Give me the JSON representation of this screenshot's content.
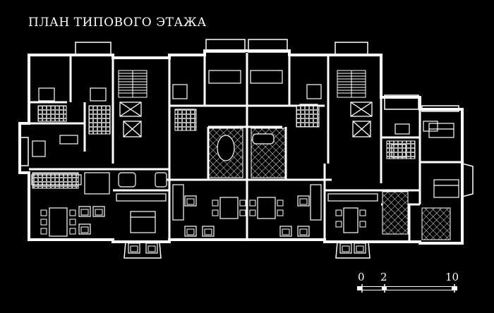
{
  "title": "ПЛАН ТИПОВОГО ЭТАЖА",
  "scale_bar": {
    "labels": [
      "0",
      "2",
      "10"
    ]
  },
  "colors": {
    "background": "#000000",
    "lines": "#ffffff"
  }
}
